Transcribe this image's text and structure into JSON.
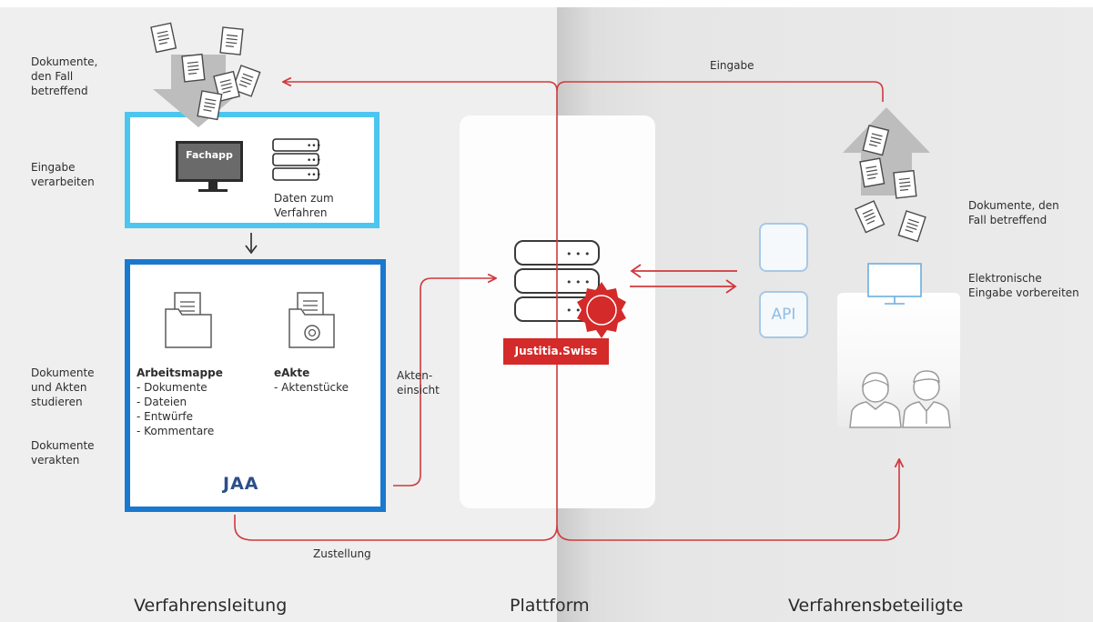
{
  "colors": {
    "flow_red": "#d0393c",
    "fachapp_border": "#4cc6ef",
    "jaa_border": "#1a78cf",
    "justitia_red": "#d42a2a"
  },
  "verfahrensleitung": {
    "doc_label": "Dokumente,\nden Fall\nbetreffend",
    "eingabe_label": "Eingabe\nverarbeiten",
    "fachapp_screen": "Fachapp",
    "daten_label": "Daten zum\nVerfahren",
    "studieren_label": "Dokumente\nund Akten\nstudieren",
    "verakten_label": "Dokumente\nverakten",
    "arbeitsmappe_title": "Arbeitsmappe",
    "arbeitsmappe_items": "- Dokumente\n- Dateien\n- Entwürfe\n- Kommentare",
    "eakte_title": "eAkte",
    "eakte_items": "- Aktenstücke",
    "jaa_label": "JAA"
  },
  "flows": {
    "akteneinsicht": "Akten-\neinsicht",
    "eingabe_top": "Eingabe",
    "zustellung": "Zustellung"
  },
  "plattform": {
    "badge": "Justitia.Swiss",
    "api_label": "API"
  },
  "verfahrensbeteiligte": {
    "doc_label": "Dokumente, den\nFall betreffend",
    "elektronische_label": "Elektronische\nEingabe vorbereiten"
  },
  "footer": {
    "left": "Verfahrensleitung",
    "center": "Plattform",
    "right": "Verfahrensbeteiligte"
  },
  "icons": {
    "documents": "document-stack-icon",
    "fachapp": "monitor-icon",
    "daten": "database-icon",
    "arbeitsmappe": "folder-document-icon",
    "eakte": "folder-gear-icon",
    "server": "server-icon",
    "seal": "seal-icon",
    "web": "globe-icon",
    "api": "api-icon",
    "device": "monitor-icon",
    "people": "users-icon"
  }
}
